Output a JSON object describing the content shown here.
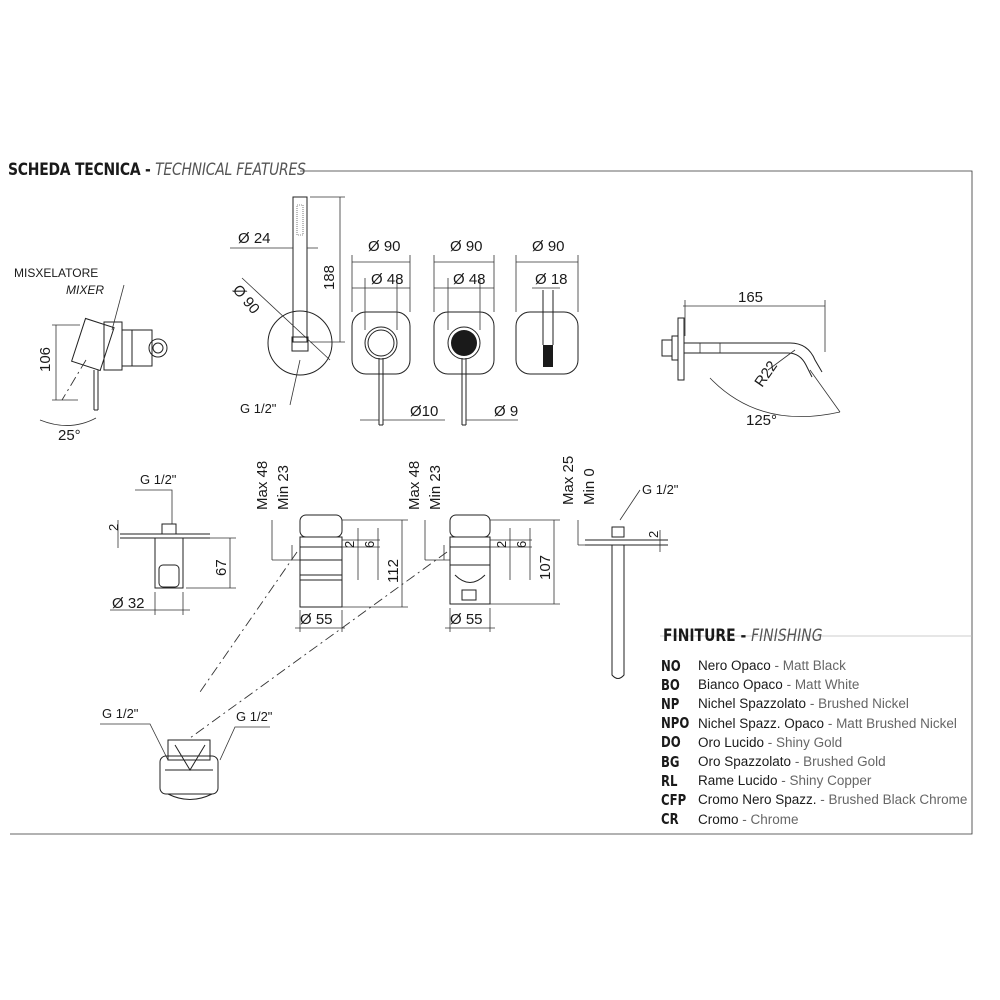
{
  "header": {
    "title_it": "SCHEDA TECNICA - ",
    "title_en": "TECHNICAL FEATURES"
  },
  "mixer": {
    "label_it": "MISXELATORE",
    "label_en": "MIXER",
    "dim_height": "106",
    "dim_angle": "25°"
  },
  "shower": {
    "dim_diam24": "Ø 24",
    "dim_diam90": "Ø 90",
    "dim_188": "188",
    "thread": "G 1/2\""
  },
  "handle1": {
    "outer": "Ø 90",
    "inner": "Ø 48",
    "lever": "Ø10"
  },
  "handle2": {
    "outer": "Ø 90",
    "inner": "Ø 48",
    "lever": "Ø 9"
  },
  "spout_plate": {
    "outer": "Ø 90",
    "inner": "Ø 18"
  },
  "spout": {
    "length": "165",
    "radius": "R22",
    "angle": "125°"
  },
  "body_small": {
    "thread": "G 1/2\"",
    "dim_2": "2",
    "dim_67": "67",
    "diam": "Ø 32"
  },
  "body_a": {
    "max": "Max 48",
    "min": "Min 23",
    "d2": "2",
    "d6": "6",
    "height": "112",
    "diam": "Ø 55"
  },
  "body_b": {
    "max": "Max 48",
    "min": "Min 23",
    "d2": "2",
    "d6": "6",
    "height": "107",
    "diam": "Ø 55"
  },
  "spout_side": {
    "max": "Max 25",
    "min": "Min 0",
    "thread": "G 1/2\"",
    "d2": "2"
  },
  "diverter": {
    "thread_left": "G 1/2\"",
    "thread_right": "G 1/2\""
  },
  "finishing": {
    "title_it": "FINITURE - ",
    "title_en": "FINISHING",
    "items": [
      {
        "code": "NO",
        "it": "Nero Opaco",
        "en": "Matt Black"
      },
      {
        "code": "BO",
        "it": "Bianco Opaco",
        "en": "Matt White"
      },
      {
        "code": "NP",
        "it": "Nichel Spazzolato",
        "en": "Brushed Nickel"
      },
      {
        "code": "NPO",
        "it": "Nichel Spazz. Opaco",
        "en": "Matt Brushed Nickel"
      },
      {
        "code": "DO",
        "it": "Oro Lucido",
        "en": "Shiny Gold"
      },
      {
        "code": "BG",
        "it": "Oro Spazzolato",
        "en": "Brushed Gold"
      },
      {
        "code": "RL",
        "it": "Rame Lucido",
        "en": "Shiny Copper"
      },
      {
        "code": "CFP",
        "it": "Cromo Nero Spazz.",
        "en": "Brushed Black Chrome"
      },
      {
        "code": "CR",
        "it": "Cromo",
        "en": "Chrome"
      }
    ],
    "separator": " - "
  }
}
